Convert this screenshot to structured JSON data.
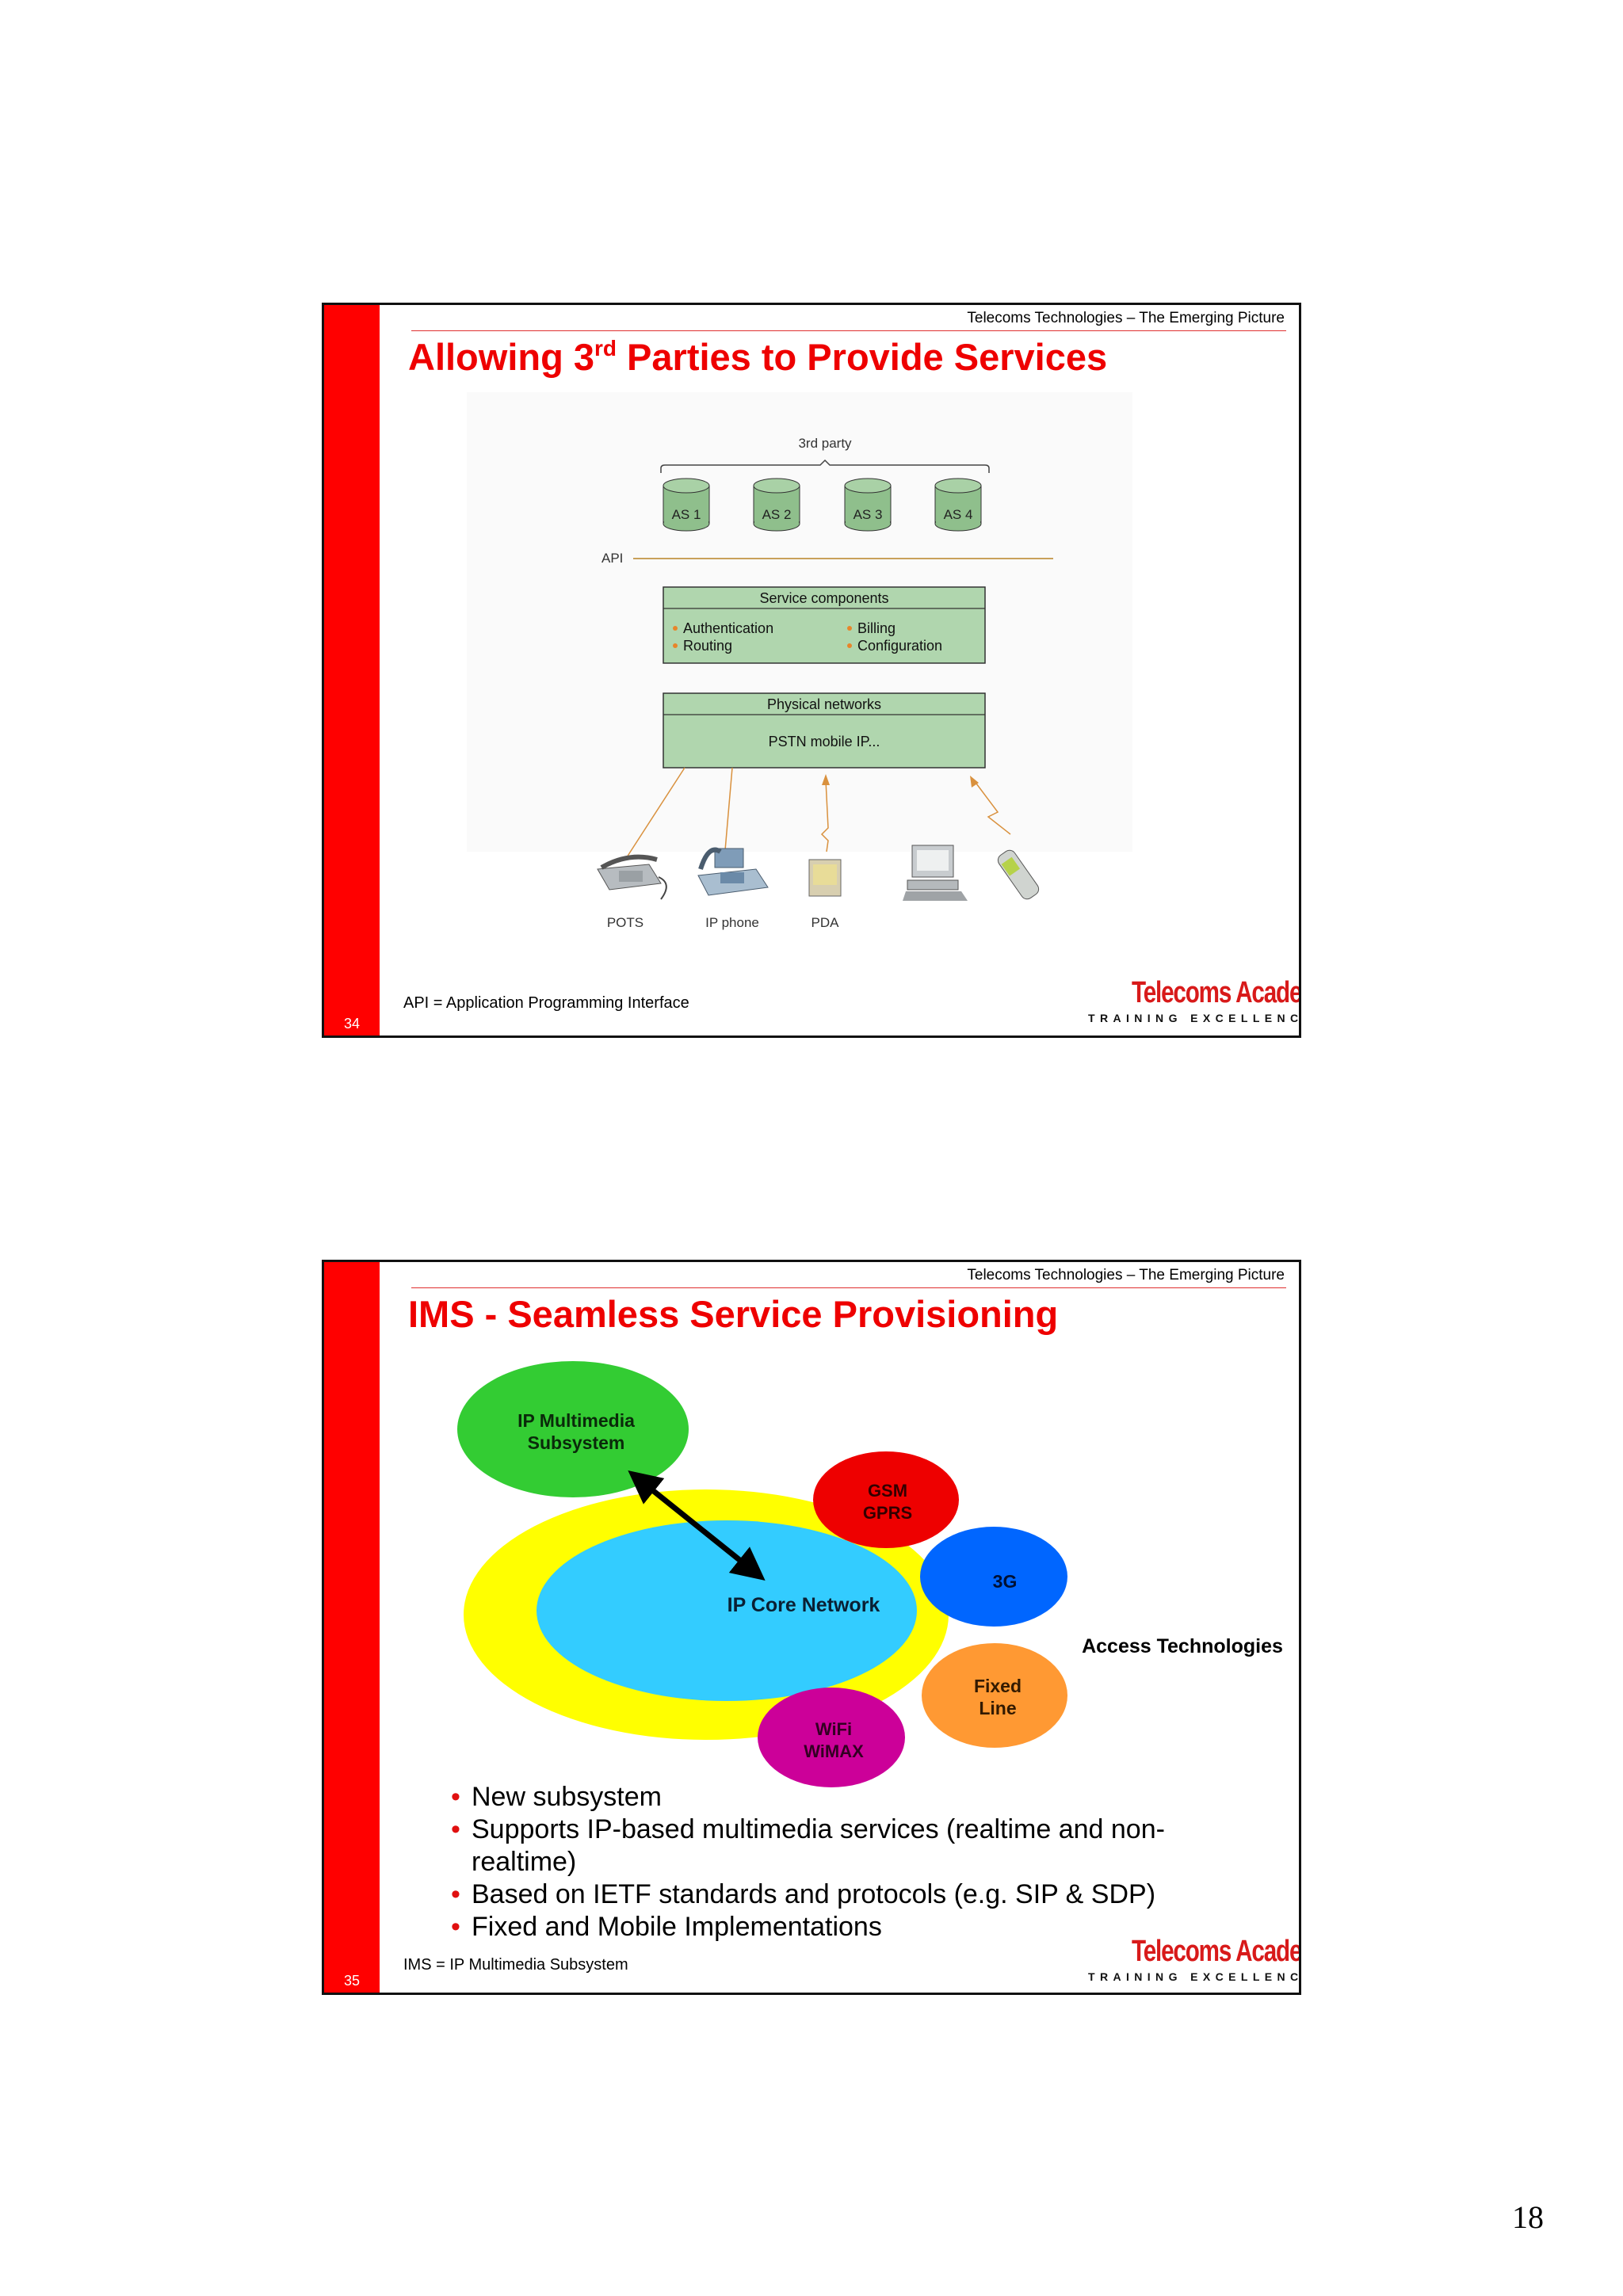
{
  "page_number": "18",
  "slides": [
    {
      "number": "34",
      "header": "Telecoms Technologies – The Emerging Picture",
      "title_pre": "Allowing 3",
      "title_sup": "rd",
      "title_post": " Parties to Provide Services",
      "footnote": "API = Application Programming Interface",
      "logo_main": "Telecoms Academy",
      "logo_sub": "TRAINING EXCELLENCE",
      "diagram": {
        "third_party_label": "3rd party",
        "servers": [
          "AS 1",
          "AS 2",
          "AS 3",
          "AS 4"
        ],
        "api_label": "API",
        "service_components": {
          "title": "Service components",
          "items": [
            "Authentication",
            "Routing",
            "Billing",
            "Configuration"
          ]
        },
        "physical_networks": {
          "title": "Physical networks",
          "body": "PSTN mobile IP..."
        },
        "devices": [
          "POTS",
          "IP phone",
          "PDA"
        ]
      }
    },
    {
      "number": "35",
      "header": "Telecoms Technologies – The Emerging Picture",
      "title": "IMS - Seamless Service Provisioning",
      "footnote": "IMS = IP Multimedia Subsystem",
      "logo_main": "Telecoms Academy",
      "logo_sub": "TRAINING EXCELLENCE",
      "diagram": {
        "ims_line1": "IP Multimedia",
        "ims_line2": "Subsystem",
        "core": "IP Core Network",
        "access_label": "Access Technologies",
        "gsm_line1": "GSM",
        "gsm_line2": "GPRS",
        "threeg": "3G",
        "fixed_line1": "Fixed",
        "fixed_line2": "Line",
        "wifi_line1": "WiFi",
        "wifi_line2": "WiMAX"
      },
      "bullets": [
        "New subsystem",
        "Supports IP-based multimedia services (realtime and non-realtime)",
        "Based on IETF standards and protocols (e.g. SIP & SDP)",
        "Fixed and Mobile Implementations"
      ]
    }
  ]
}
